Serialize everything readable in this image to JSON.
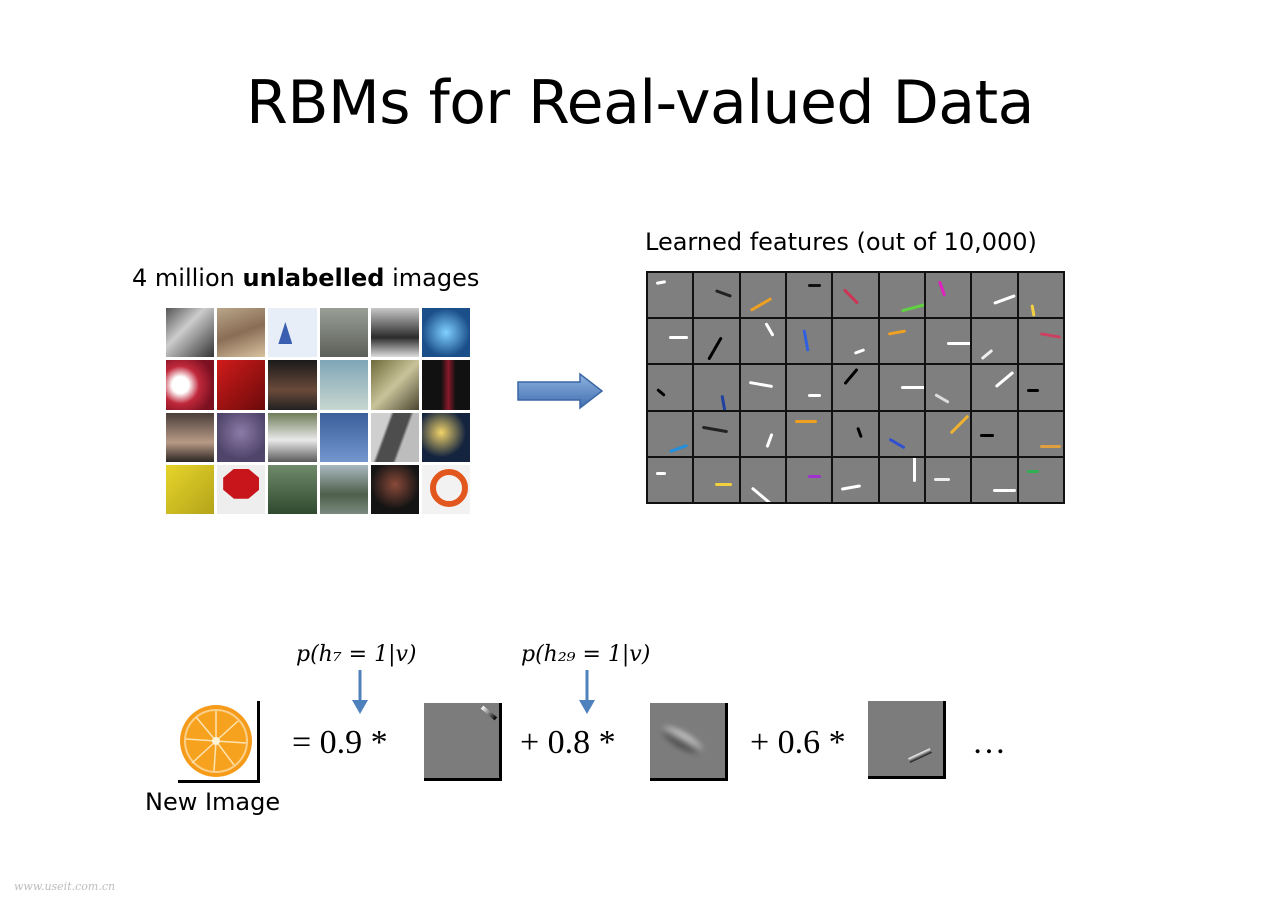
{
  "slide": {
    "title": "RBMs for Real-valued Data",
    "left_caption_pre": "4 million ",
    "left_caption_bold": "unlabelled",
    "left_caption_post": " images",
    "right_caption": "Learned features (out of 10,000)",
    "new_image_label": "New Image",
    "prob1": "p(h₇ = 1|v)",
    "prob2": "p(h₂₉ = 1|v)",
    "eq_equals": "= 0.9 *",
    "eq_plus1": "+ 0.8 *",
    "eq_plus2": "+ 0.6 *",
    "eq_ellipsis": "…",
    "watermark": "www.useit.com.cn",
    "colors": {
      "arrow": "#4f81bd",
      "feature_gray": "#7f7f7f"
    },
    "photo_grid": {
      "rows": 4,
      "cols": 6
    },
    "feature_grid": {
      "rows": 5,
      "cols": 9
    }
  }
}
